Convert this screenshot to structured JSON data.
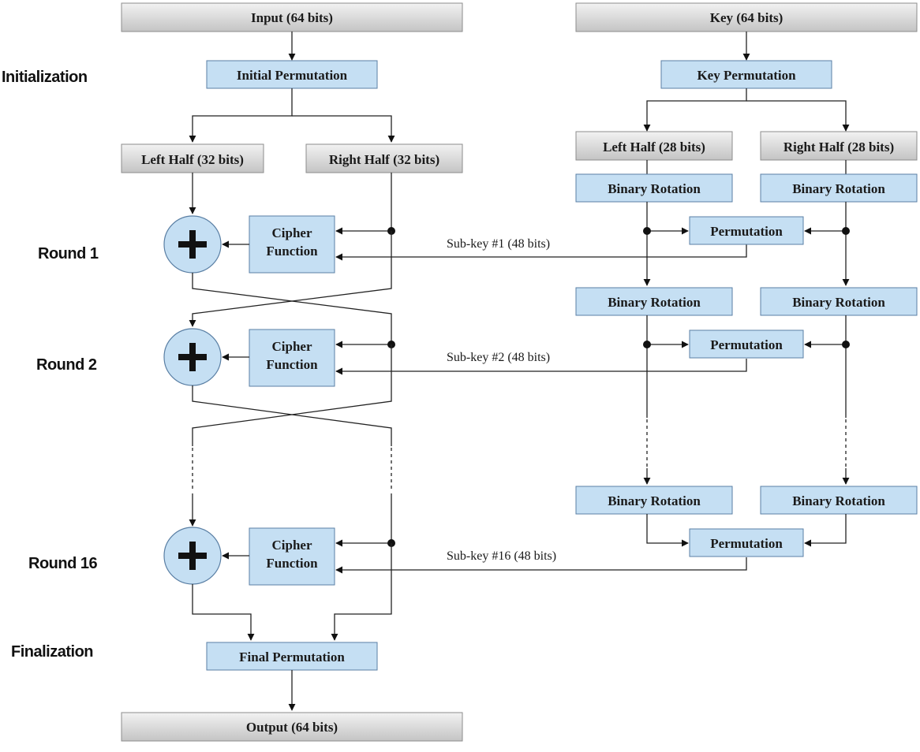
{
  "left_column": {
    "input": "Input (64 bits)",
    "initial_permutation": "Initial Permutation",
    "left_half": "Left Half (32 bits)",
    "right_half": "Right Half (32 bits)",
    "cipher_function": [
      "Cipher",
      "Function"
    ],
    "final_permutation": "Final Permutation",
    "output": "Output (64 bits)"
  },
  "right_column": {
    "key": "Key (64 bits)",
    "key_permutation": "Key Permutation",
    "left_half": "Left Half (28 bits)",
    "right_half": "Right Half (28 bits)",
    "binary_rotation": "Binary Rotation",
    "permutation": "Permutation"
  },
  "subkeys": [
    "Sub-key #1 (48 bits)",
    "Sub-key #2 (48 bits)",
    "Sub-key #16 (48 bits)"
  ],
  "stage_labels": {
    "initialization": "Initialization",
    "round1": "Round 1",
    "round2": "Round 2",
    "round16": "Round 16",
    "finalization": "Finalization"
  },
  "colors": {
    "box_blue": "#c5dff3",
    "box_gray": "#d6d6d6",
    "line": "#222222"
  }
}
